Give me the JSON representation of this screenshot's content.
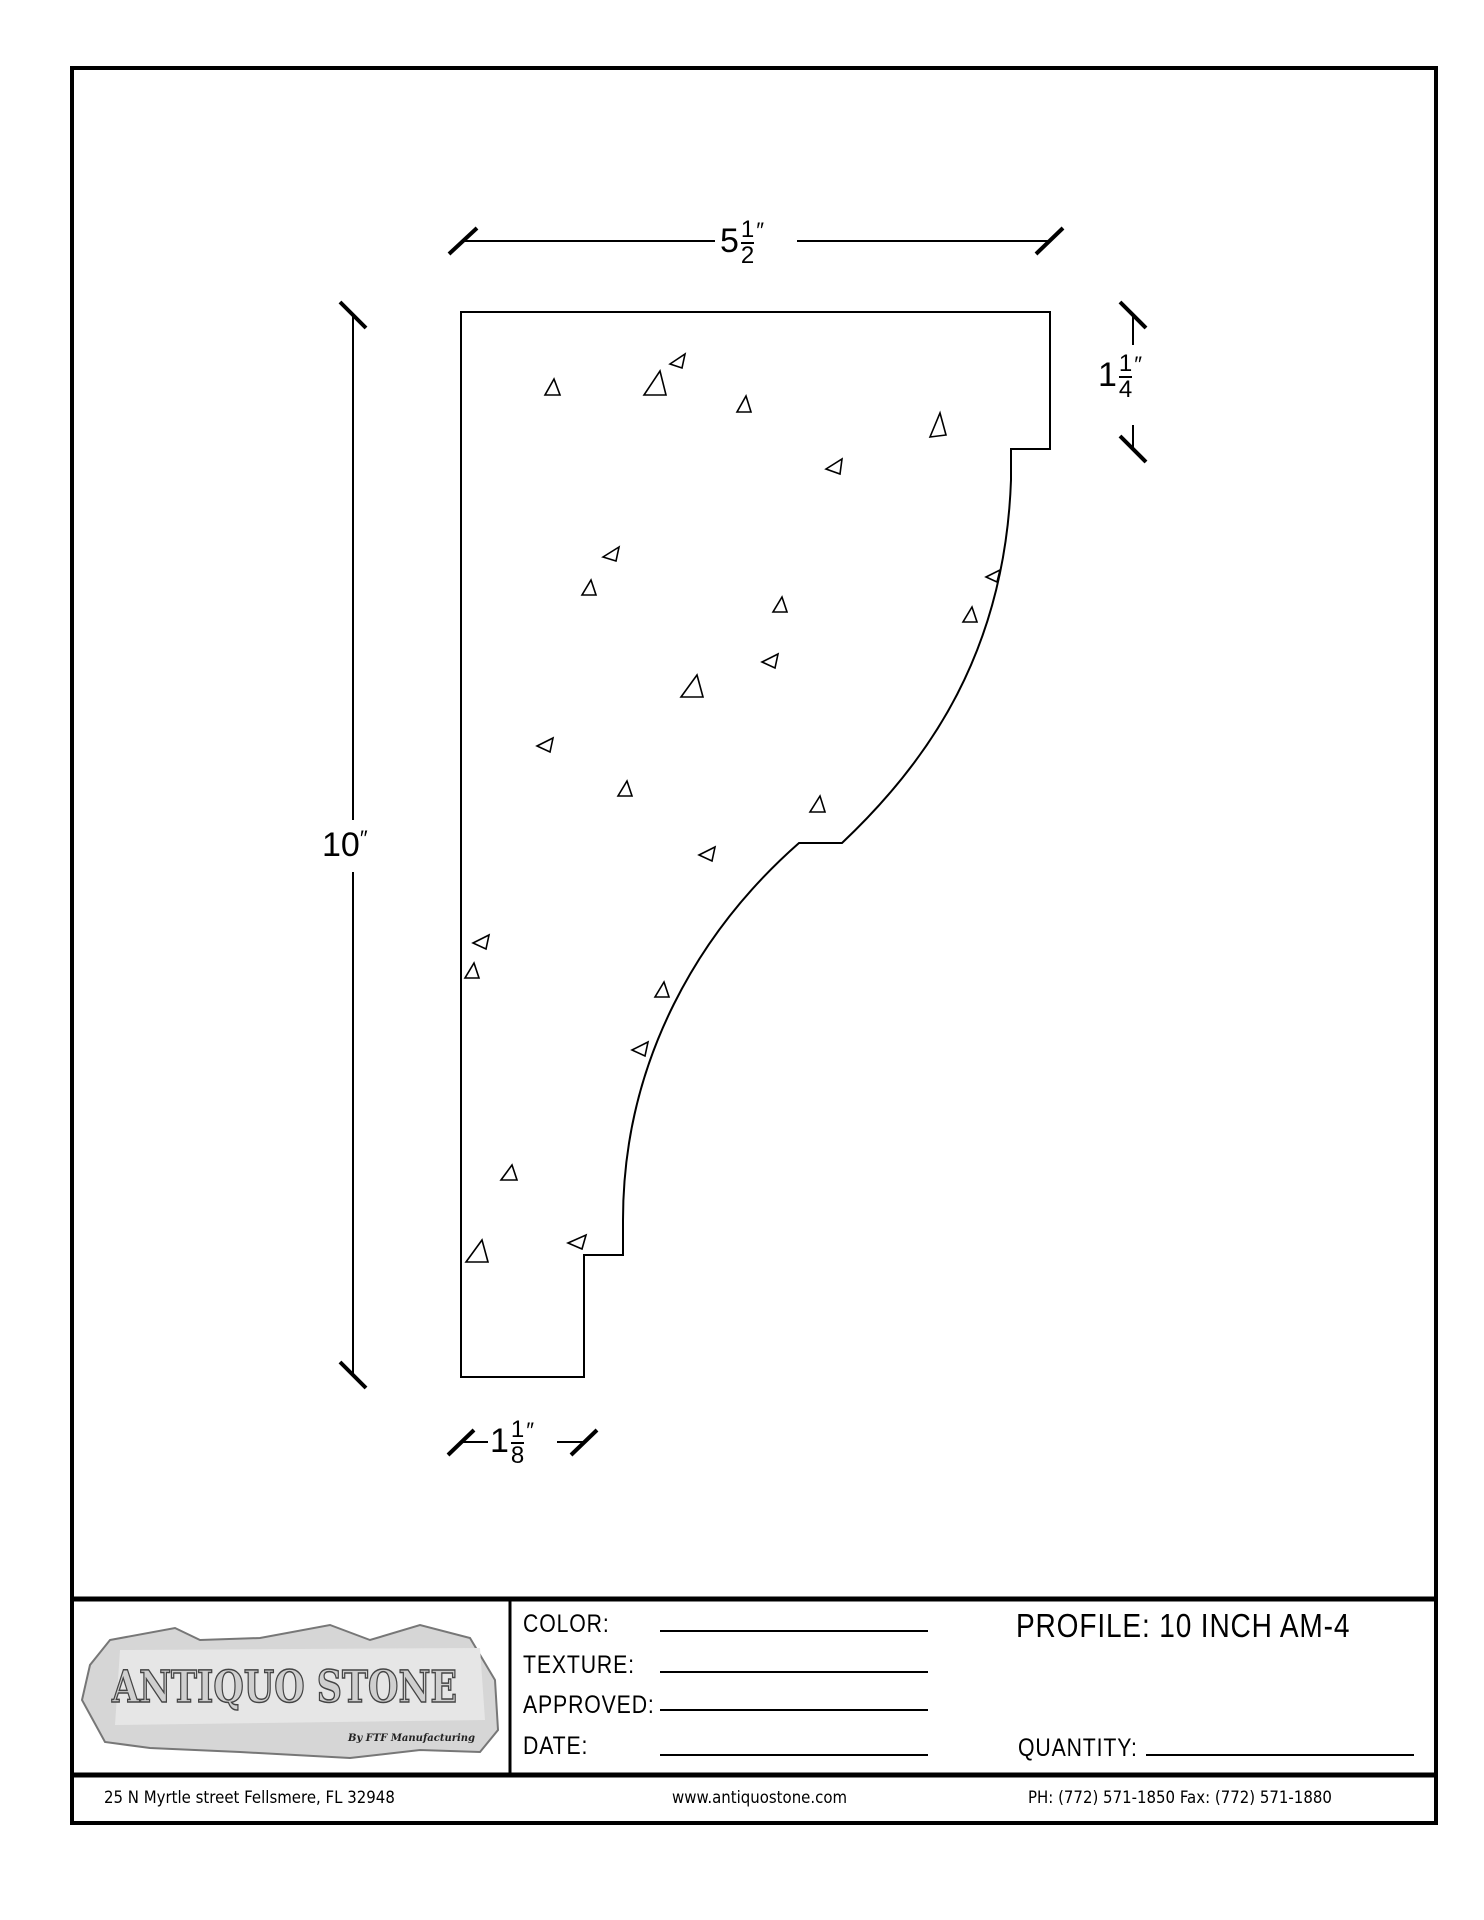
{
  "drawing": {
    "dimensions": {
      "width": {
        "whole": "5",
        "num": "1",
        "den": "2",
        "unit": "″"
      },
      "height": {
        "whole": "10",
        "unit": "″"
      },
      "top_step": {
        "whole": "1",
        "num": "1",
        "den": "4",
        "unit": "″"
      },
      "bottom_step": {
        "whole": "1",
        "num": "1",
        "den": "8",
        "unit": "″"
      }
    }
  },
  "logo": {
    "text": "ANTIQUO STONE",
    "subtext": "By FTF Manufacturing"
  },
  "title_block": {
    "fields": [
      {
        "label": "COLOR:"
      },
      {
        "label": "TEXTURE:"
      },
      {
        "label": "APPROVED:"
      },
      {
        "label": "DATE:"
      }
    ],
    "profile": "PROFILE: 10 INCH  AM-4",
    "quantity_label": "QUANTITY:"
  },
  "footer": {
    "address": "25 N Myrtle street Fellsmere, FL 32948",
    "website": "www.antiquostone.com",
    "phone": "PH:  (772)  571-1850    Fax:  (772)  571-1880"
  }
}
